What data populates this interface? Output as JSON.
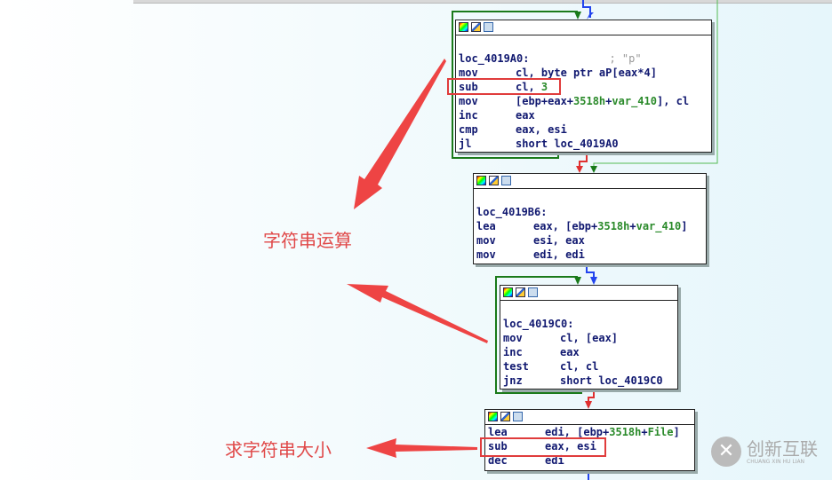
{
  "blocks": [
    {
      "label": "loc_4019A0:",
      "comment": "; \"p\"",
      "lines": [
        {
          "mn": "mov",
          "ops": [
            {
              "t": "cl, byte ptr aP[eax*4]"
            }
          ]
        },
        {
          "mn": "sub",
          "ops": [
            {
              "t": "cl, "
            },
            {
              "t": "3",
              "g": true
            }
          ]
        },
        {
          "mn": "mov",
          "ops": [
            {
              "t": "[ebp+eax+"
            },
            {
              "t": "3518h",
              "g": true
            },
            {
              "t": "+"
            },
            {
              "t": "var_410",
              "g": true
            },
            {
              "t": "], cl"
            }
          ]
        },
        {
          "mn": "inc",
          "ops": [
            {
              "t": "eax"
            }
          ]
        },
        {
          "mn": "cmp",
          "ops": [
            {
              "t": "eax, esi"
            }
          ]
        },
        {
          "mn": "jl",
          "ops": [
            {
              "t": "short loc_4019A0"
            }
          ]
        }
      ]
    },
    {
      "label": "loc_4019B6:",
      "lines": [
        {
          "mn": "lea",
          "ops": [
            {
              "t": "eax, [ebp+"
            },
            {
              "t": "3518h",
              "g": true
            },
            {
              "t": "+"
            },
            {
              "t": "var_410",
              "g": true
            },
            {
              "t": "]"
            }
          ]
        },
        {
          "mn": "mov",
          "ops": [
            {
              "t": "esi, eax"
            }
          ]
        },
        {
          "mn": "mov",
          "ops": [
            {
              "t": "edi, edi"
            }
          ]
        }
      ]
    },
    {
      "label": "loc_4019C0:",
      "lines": [
        {
          "mn": "mov",
          "ops": [
            {
              "t": "cl, [eax]"
            }
          ]
        },
        {
          "mn": "inc",
          "ops": [
            {
              "t": "eax"
            }
          ]
        },
        {
          "mn": "test",
          "ops": [
            {
              "t": "cl, cl"
            }
          ]
        },
        {
          "mn": "jnz",
          "ops": [
            {
              "t": "short loc_4019C0"
            }
          ]
        }
      ]
    },
    {
      "lines": [
        {
          "mn": "lea",
          "ops": [
            {
              "t": "edi, [ebp+"
            },
            {
              "t": "3518h",
              "g": true
            },
            {
              "t": "+"
            },
            {
              "t": "File",
              "g": true
            },
            {
              "t": "]"
            }
          ]
        },
        {
          "mn": "sub",
          "ops": [
            {
              "t": "eax, esi"
            }
          ]
        },
        {
          "mn": "dec",
          "ops": [
            {
              "t": "edi"
            }
          ]
        }
      ]
    }
  ],
  "annotations": {
    "string_op": "字符串运算",
    "string_len": "求字符串大小"
  },
  "watermark": {
    "name": "创新互联",
    "sub": "CHUANG XIN HU LIAN",
    "logo": "✕"
  },
  "colors": {
    "annotation": "#e04848",
    "code": "#101870",
    "number": "#2a8a2a"
  }
}
